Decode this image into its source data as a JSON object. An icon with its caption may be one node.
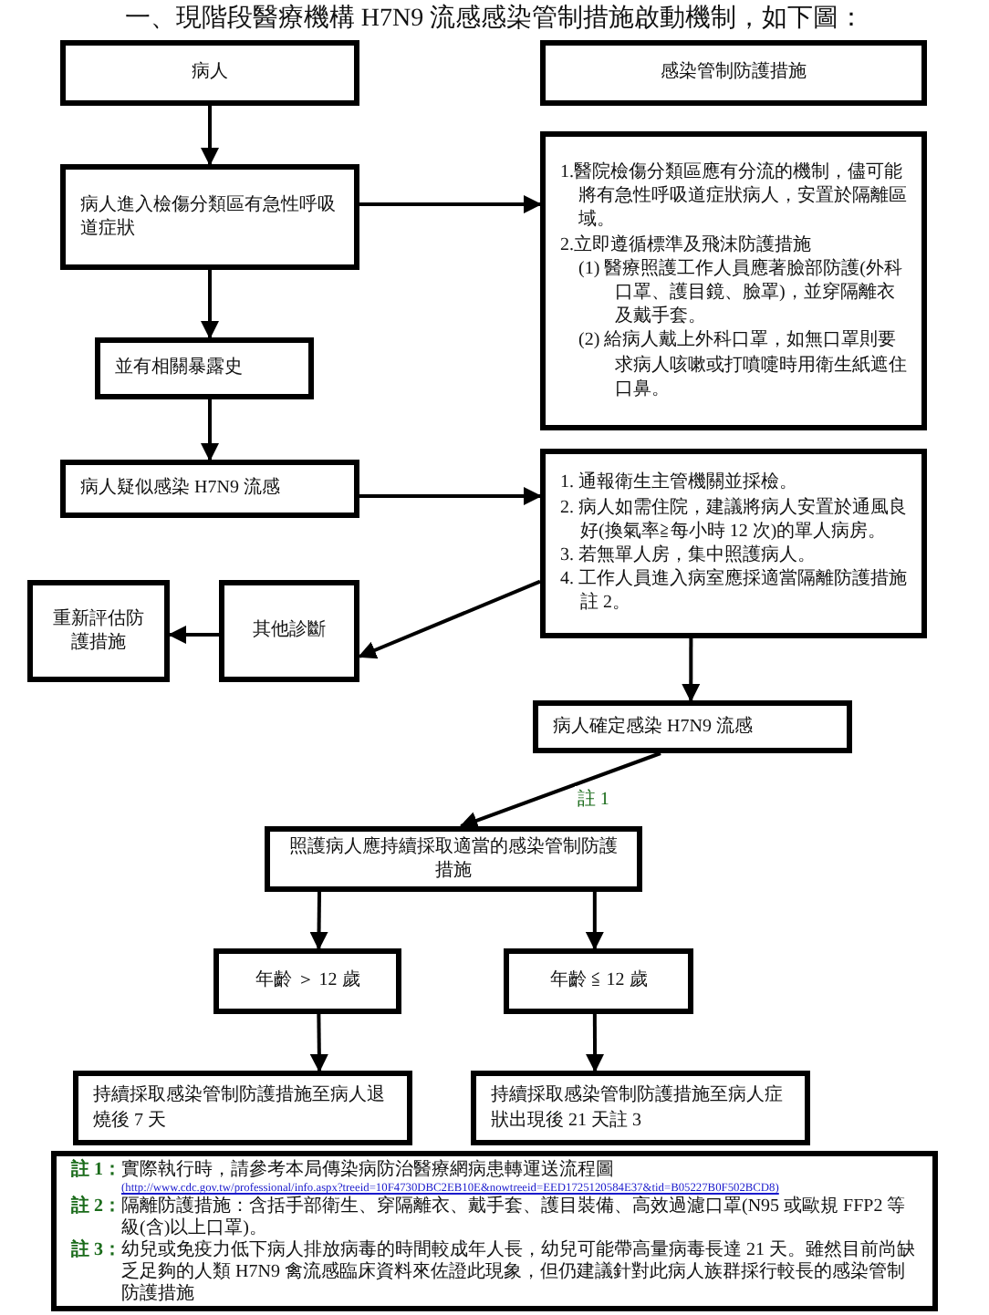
{
  "diagram": {
    "title": "一、現階段醫療機構 H7N9 流感感染管制措施啟動機制，如下圖：",
    "nodes": [
      {
        "text": [
          "病人"
        ]
      },
      {
        "text": [
          "感染管制防護措施"
        ]
      },
      {
        "text": [
          "病人進入檢傷分類區有急性呼吸道症狀"
        ]
      },
      {
        "text": [
          "1.醫院檢傷分類區應有分流的機制，儘可能將有急性呼吸道症狀病人，安置於隔離區域。",
          "2.立即遵循標準及飛沫防護措施",
          "(1) 醫療照護工作人員應著臉部防護(外科口罩、護目鏡、臉罩)，並穿隔離衣及戴手套。",
          "(2) 給病人戴上外科口罩，如無口罩則要求病人咳嗽或打噴嚏時用衛生紙遮住口鼻。"
        ]
      },
      {
        "text": [
          "並有相關暴露史"
        ]
      },
      {
        "text": [
          "病人疑似感染 H7N9 流感"
        ]
      },
      {
        "text": [
          "1. 通報衛生主管機關並採檢。",
          "2. 病人如需住院，建議將病人安置於通風良好(換氣率≧每小時 12 次)的單人病房。",
          "3. 若無單人房，集中照護病人。",
          "4. 工作人員進入病室應採適當隔離防護措施註 2。"
        ]
      },
      {
        "text": [
          "重新評估防護措施"
        ]
      },
      {
        "text": [
          "其他診斷"
        ]
      },
      {
        "text": [
          "病人確定感染 H7N9 流感"
        ]
      },
      {
        "text": [
          "照護病人應持續採取適當的感染管制防護措施"
        ]
      },
      {
        "text": [
          "年齡 ＞ 12 歲"
        ]
      },
      {
        "text": [
          "年齡 ≦ 12 歲"
        ]
      },
      {
        "text": [
          "持續採取感染管制防護措施至病人退燒後 7 天"
        ]
      },
      {
        "text": [
          "持續採取感染管制防護措施至病人症狀出現後 21 天註 3"
        ]
      },
      {
        "text": [
          "註 1：",
          "實際執行時，請參考本局傳染病防治醫療網病患轉運送流程圖",
          "(http://www.cdc.gov.tw/professional/info.aspx?treeid=10F4730DBC2EB10E&nowtreeid=EED1725120584E37&tid=B05227B0F502BCD8)",
          "註 2：",
          "隔離防護措施：含括手部衛生、穿隔離衣、戴手套、護目裝備、高效過濾口罩(N95 或歐規 FFP2 等級(含)以上口罩)。",
          "註 3：",
          "幼兒或免疫力低下病人排放病毒的時間較成年人長，幼兒可能帶高量病毒長達 21 天。雖然目前尚缺乏足夠的人類 H7N9 禽流感臨床資料來佐證此現象，但仍建議針對此病人族群採行較長的感染管制防護措施"
        ]
      }
    ],
    "edges": [
      {
        "from": 0,
        "to": 2,
        "arrow": "to"
      },
      {
        "from": 2,
        "to": 3,
        "arrow": "to"
      },
      {
        "from": 2,
        "to": 4,
        "arrow": "to"
      },
      {
        "from": 4,
        "to": 5,
        "arrow": "to"
      },
      {
        "from": 5,
        "to": 6,
        "arrow": "to"
      },
      {
        "from": 6,
        "to": 8,
        "arrow": "to"
      },
      {
        "from": 8,
        "to": 7,
        "arrow": "to"
      },
      {
        "from": 6,
        "to": 9,
        "arrow": "to"
      },
      {
        "from": 9,
        "to": 10,
        "arrow": "to",
        "label": "註 1"
      },
      {
        "from": 10,
        "to": 11,
        "arrow": "to"
      },
      {
        "from": 10,
        "to": 12,
        "arrow": "to"
      },
      {
        "from": 11,
        "to": 13,
        "arrow": "to"
      },
      {
        "from": 12,
        "to": 14,
        "arrow": "to"
      }
    ]
  }
}
